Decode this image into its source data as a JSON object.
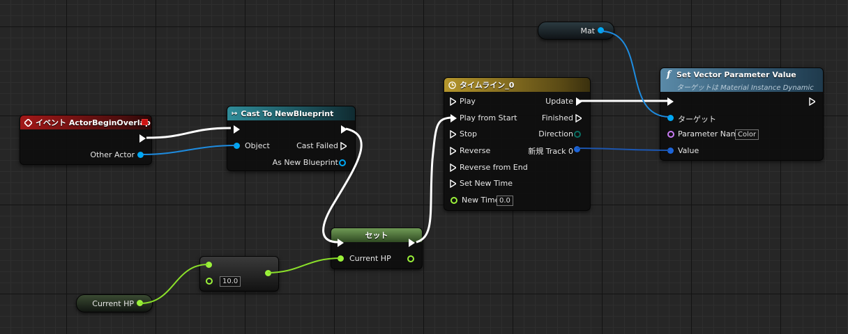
{
  "colors": {
    "exec": "#ffffff",
    "object": "#00a8f4",
    "float": "#9bf23a",
    "name": "#c87bf4",
    "linear_color": "#1c64d8",
    "event_header": "#8c1414",
    "cast_header": "#1b5a66",
    "timeline_header": "#8e7624",
    "function_header": "#3a6d8c",
    "set_header": "#4b7238"
  },
  "event_node": {
    "title": "イベント ActorBeginOverlap",
    "icon": "diamond-event-icon",
    "outputs": [
      "Other Actor"
    ]
  },
  "cast_node": {
    "title": "Cast To NewBlueprint",
    "icon": "cast-arrows-icon",
    "inputs": [
      "Object"
    ],
    "outputs": [
      "Cast Failed",
      "As New Blueprint"
    ]
  },
  "timeline_node": {
    "title": "タイムライン_0",
    "icon": "clock-icon",
    "inputs": [
      "Play",
      "Play from Start",
      "Stop",
      "Reverse",
      "Reverse from End",
      "Set New Time",
      "New Time"
    ],
    "new_time_value": "0.0",
    "outputs": [
      "Update",
      "Finished",
      "Direction",
      "新規 Track 0"
    ]
  },
  "function_node": {
    "title": "Set Vector Parameter Value",
    "subtitle": "ターゲットは Material Instance Dynamic",
    "icon": "function-icon",
    "inputs": [
      "ターゲット",
      "Parameter Name",
      "Value"
    ],
    "parameter_name_value": "Color"
  },
  "mat_node": {
    "label": "Mat"
  },
  "set_node": {
    "title": "セット",
    "input_label": "Current HP"
  },
  "add_node": {
    "value": "10.0"
  },
  "current_hp_node": {
    "label": "Current HP"
  }
}
